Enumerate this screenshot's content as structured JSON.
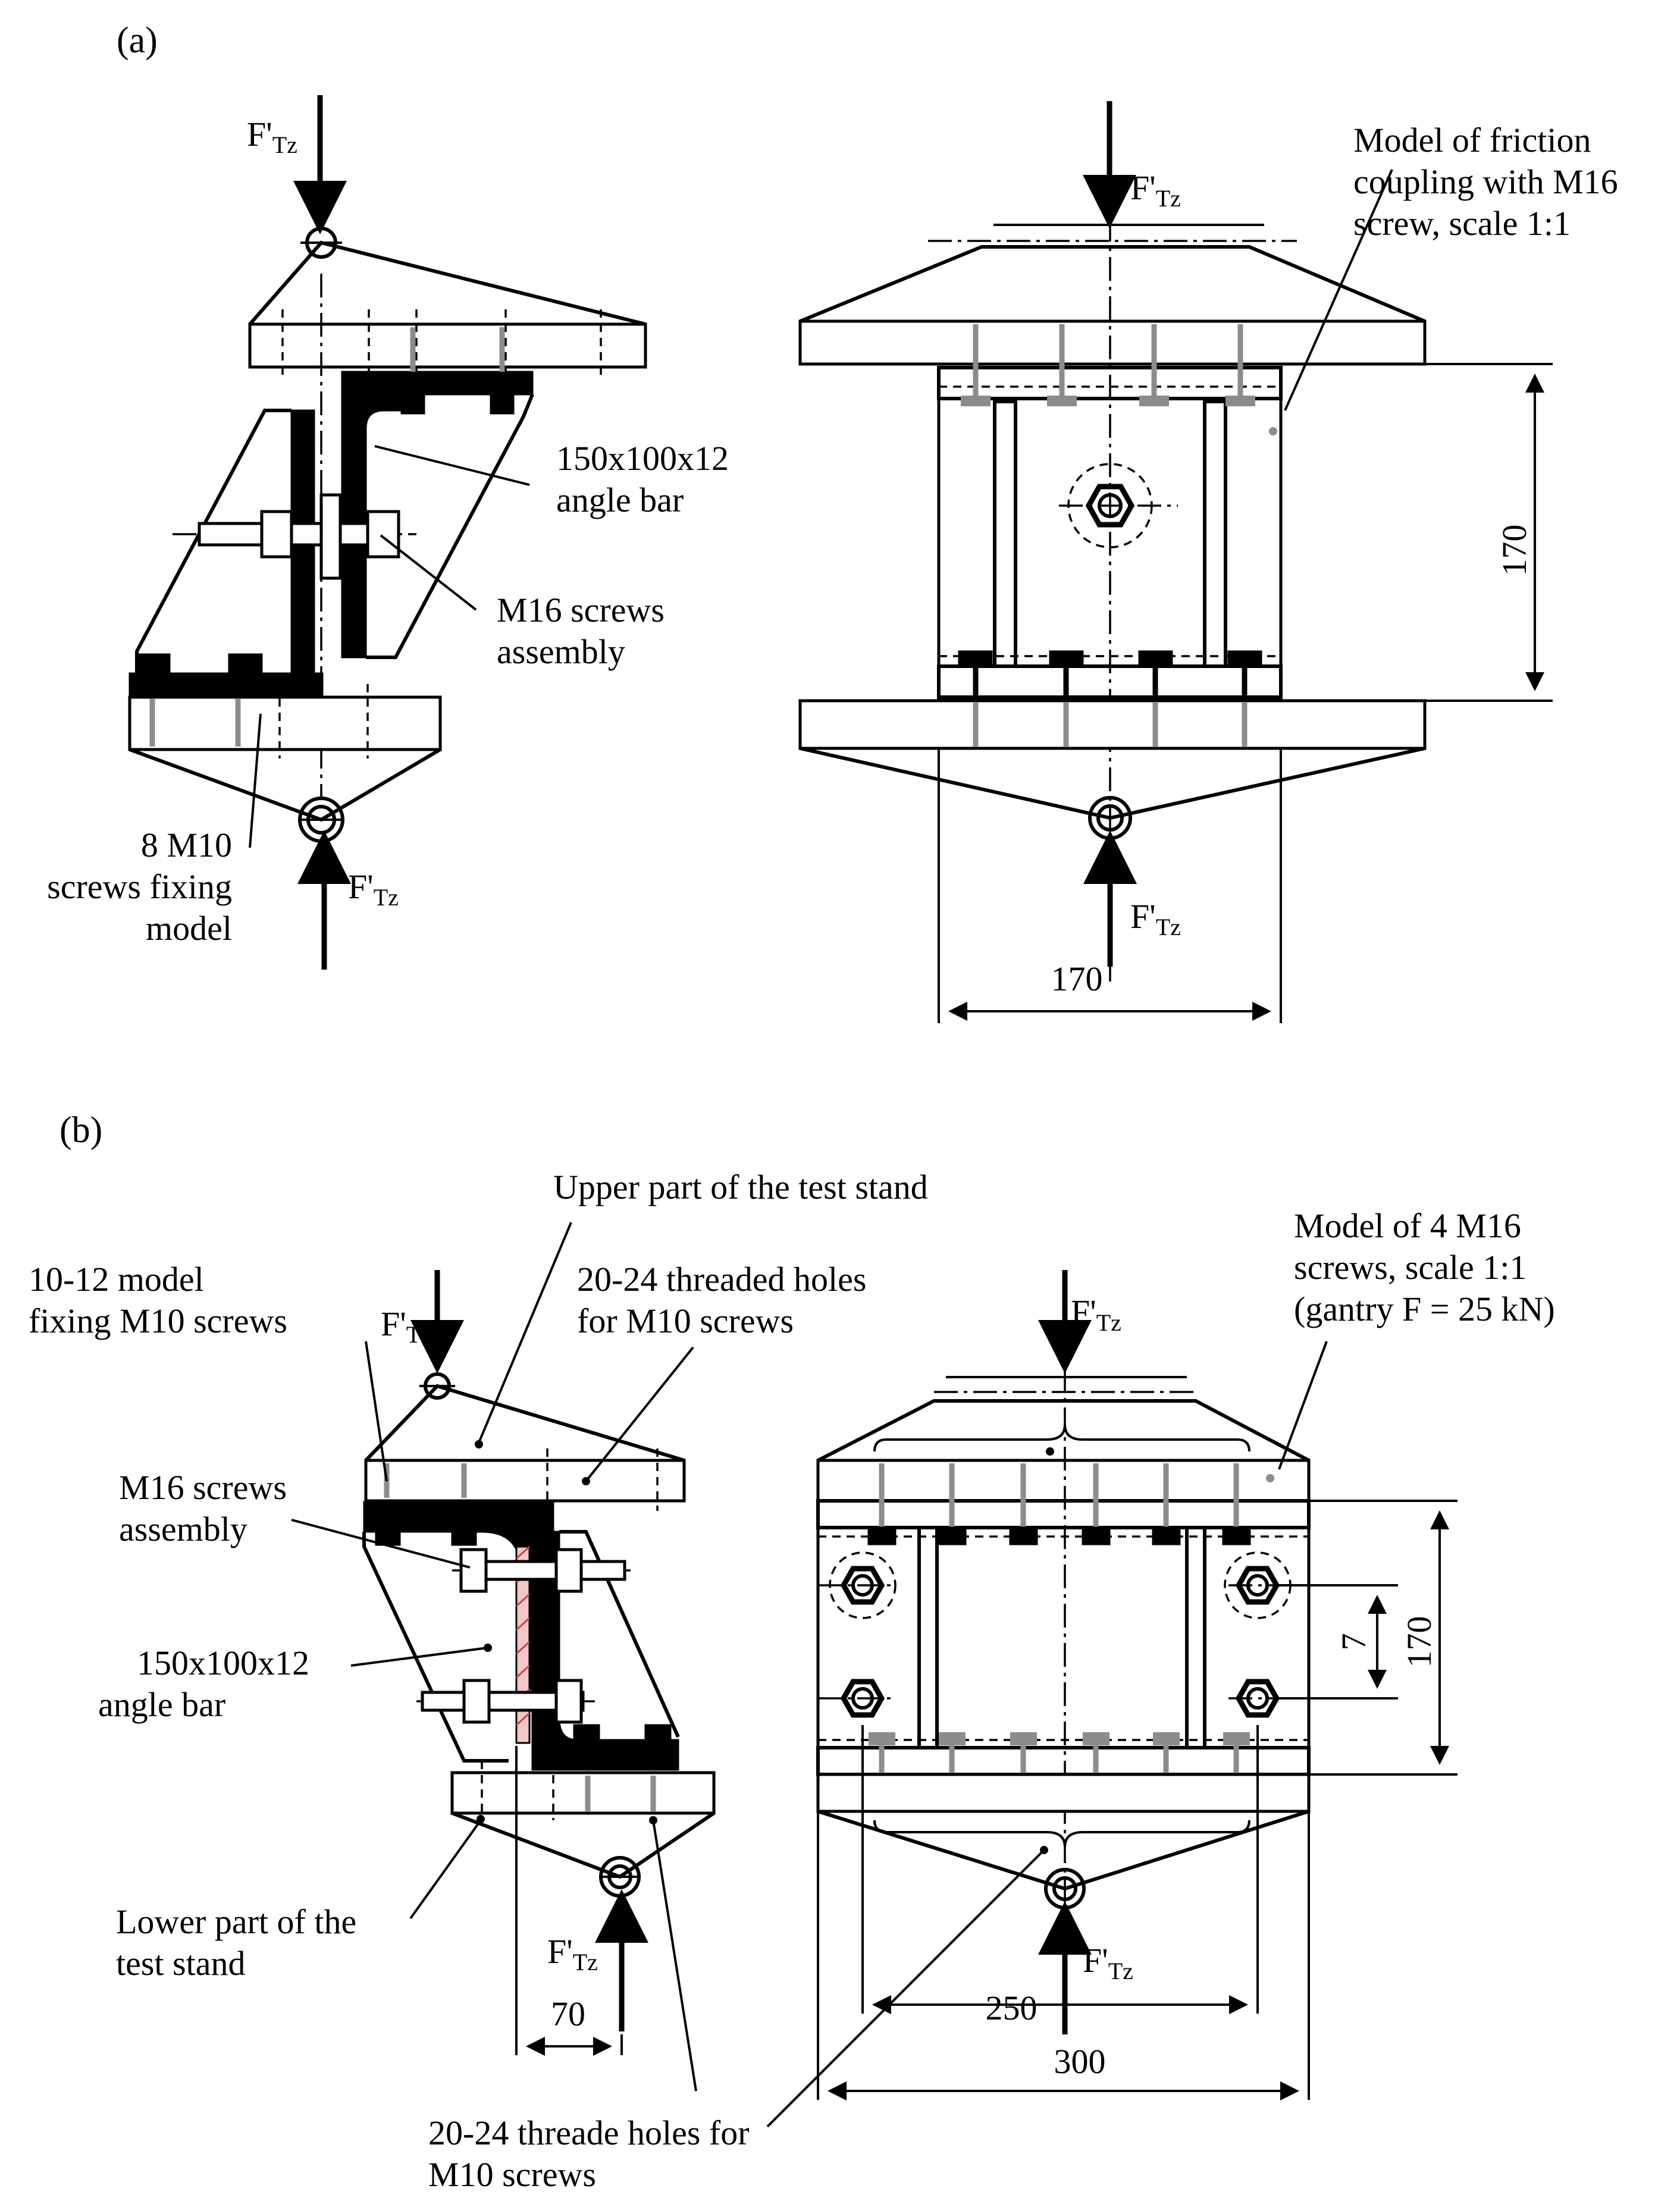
{
  "panels": {
    "a": "(a)",
    "b": "(b)"
  },
  "force": {
    "base": "F'",
    "sub_tz": "Tz",
    "sub_t": "T"
  },
  "labels_a": {
    "model_friction": [
      "Model of friction",
      "coupling with M16",
      "screw, scale 1:1"
    ],
    "angle_bar": [
      "150x100x12",
      "angle bar"
    ],
    "m16_assembly": [
      "M16 screws",
      "assembly"
    ],
    "m10_fixing": [
      "8 M10",
      "screws fixing",
      "model"
    ]
  },
  "labels_b": {
    "upper_stand": "Upper part of the test stand",
    "model_fixing": [
      "10-12 model",
      "fixing M10 screws"
    ],
    "threaded_holes_top": [
      "20-24 threaded holes",
      "for M10 screws"
    ],
    "model_4m16": [
      "Model of 4 M16",
      "screws, scale 1:1",
      "(gantry F = 25 kN)"
    ],
    "m16_assembly": [
      "M16 screws",
      "assembly"
    ],
    "angle_bar": [
      "150x100x12",
      "angle bar"
    ],
    "lower_stand": [
      "Lower part of the",
      "test stand"
    ],
    "threaded_holes_bottom": [
      "20-24 threade holes for",
      "M10 screws"
    ]
  },
  "dimensions": {
    "a_height": "170",
    "a_width": "170",
    "b_height": "170",
    "b_pitch": "7",
    "b_offset": "70",
    "b_inner": "250",
    "b_outer": "300"
  }
}
